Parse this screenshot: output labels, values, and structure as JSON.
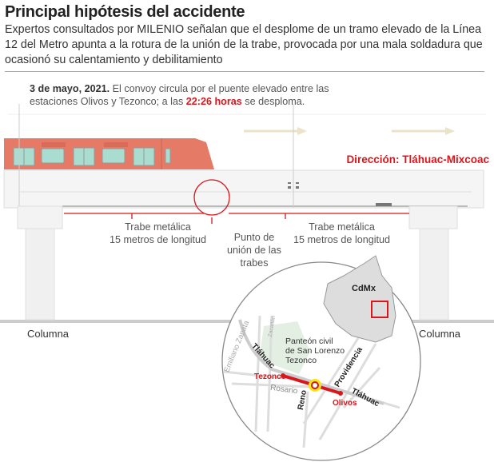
{
  "header": {
    "title": "Principal hipótesis del accidente",
    "intro": "Expertos consultados por MILENIO señalan que el desplome de un tramo elevado de la Línea 12 del Metro apunta a la rotura de la unión de la trabe, provocada por una mala soldadura que ocasionó su calentamiento y debilitamiento"
  },
  "caption": {
    "date": "3 de mayo, 2021.",
    "text1": " El convoy circula por el puente elevado entre las estaciones Olivos y Tezonco; a las ",
    "time": "22:26 horas",
    "text2": " se desploma."
  },
  "direction": "Dirección: Tláhuac-Mixcoac",
  "labels": {
    "trabe_left": [
      "Trabe metálica",
      "15 metros de longitud"
    ],
    "trabe_right": [
      "Trabe metálica",
      "15 metros de longitud"
    ],
    "joint": [
      "Punto de",
      "unión de las",
      "trabes"
    ],
    "column_left": "Columna",
    "column_right": "Columna"
  },
  "map": {
    "city": "CdMx",
    "park": [
      "Panteón civil",
      "de San Lorenzo",
      "Tezonco"
    ],
    "streets": [
      "Emiliano Zapata",
      "Zacatlán",
      "Tláhuac",
      "Rosario",
      "Reno",
      "Providencia",
      "Tláhuac"
    ],
    "stations": [
      "Tezonco",
      "Olivos"
    ]
  },
  "colors": {
    "accent": "#d9161c",
    "train": "#e57a66",
    "window": "#a8ddd0",
    "park": "#e3efe3"
  }
}
